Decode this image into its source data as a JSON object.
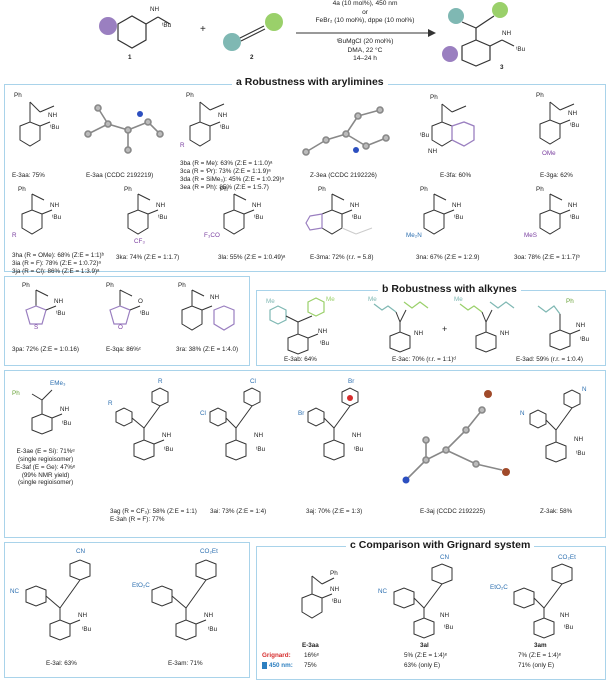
{
  "scheme": {
    "reactant1_num": "1",
    "reactant2_num": "2",
    "product_num": "3",
    "plus": "+",
    "cond1": "4a (10 mol%), 450 nm",
    "cond2": "or",
    "cond3": "FeBr₂ (10 mol%), dppe (10 mol%)",
    "cond4": "ᵗBuMgCl (20 mol%)",
    "cond5": "DMA, 22 °C",
    "cond6": "14–24 h"
  },
  "sections": {
    "a": "a Robustness with arylimines",
    "b": "b Robustness with alkynes",
    "c": "c Comparison with Grignard system"
  },
  "labels_a": {
    "aa": "E-3aa: 75%",
    "aa_x": "E-3aa (CCDC 2192219)",
    "ba1": "3ba (R = Me): 63% (Z:E = 1:1.0)ᵃ",
    "ba2": "3ca (R = ⁱPr): 73% (Z:E = 1:1.9)ᵃ",
    "ba3": "3da (R = SiMe₃): 45% (Z:E = 1:0.29)ᵃ",
    "ba4": "3ea (R = Ph): 85% (Z:E = 1:5.7)",
    "ea_x": "Z-3ea (CCDC 2192226)",
    "fa": "E-3fa: 60%",
    "ga": "E-3ga: 62%",
    "ha1": "3ha (R = OMe): 68% (Z:E = 1:1)ᵇ",
    "ha2": "3ia (R = F): 78% (Z:E = 1:0.72)ᵃ",
    "ha3": "3ja (R = Cl): 86% (Z:E = 1:3.9)ᵃ",
    "ka": "3ka: 74% (Z:E = 1:1.7)",
    "la": "3la: 55% (Z:E = 1:0.49)ᵃ",
    "ma": "E-3ma: 72% (r.r. = 5.8)",
    "na": "3na: 67% (Z:E = 1:2.9)",
    "oa": "3oa: 78% (Z:E = 1:1.7)ᵇ",
    "pa": "3pa: 72% (Z:E = 1:0.16)",
    "qa": "E-3qa: 86%ᶜ",
    "ra": "3ra: 38% (Z:E = 1:4.0)"
  },
  "labels_b": {
    "ab": "E-3ab: 64%",
    "ac": "E-3ac: 70% (r.r. = 1:1)ᵈ",
    "plus": "+",
    "ad": "E-3ad: 59% (r.r. = 1:0.4)",
    "ae1": "E-3ae (E = Si): 71%ᵉ",
    "ae2": "(single regioisomer)",
    "af1": "E-3af (E = Ge): 47%ᵉ",
    "af2": "(99% NMR yield)",
    "af3": "(single regioisomer)",
    "ag1": "3ag (R = CF₃): 58% (Z:E = 1:1)",
    "ag2": "E-3ah (R = F): 77%",
    "ai": "3ai: 73% (Z:E = 1:4)",
    "aj": "3aj: 70% (Z:E = 1:3)",
    "aj_x": "E-3aj (CCDC 2192225)",
    "ak": "Z-3ak: 58%",
    "al": "E-3al: 63%",
    "am": "E-3am: 71%"
  },
  "labels_c": {
    "c1": "E-3aa",
    "c2": "3al",
    "c3": "3am",
    "grignard_label": "Grignard:",
    "light_label": "450 nm:",
    "g1": "16%ᵉ",
    "l1": "75%",
    "g2": "5% (Z:E = 1:4)ᵉ",
    "l2": "63% (only E)",
    "g3": "7% (Z:E = 1:4)ᵉ",
    "l3": "71% (only E)"
  },
  "atoms": {
    "nh": "NH",
    "tbu": "ᵗBu",
    "ph": "Ph",
    "r": "R",
    "me": "Me",
    "ome": "OMe",
    "cf3": "CF₃",
    "f3co": "F₃CO",
    "me2n": "Me₂N",
    "mes": "MeS",
    "cl": "Cl",
    "br": "Br",
    "cn": "CN",
    "co2et": "CO₂Et",
    "eto2c": "EtO₂C",
    "nc": "NC",
    "n": "N",
    "o": "O",
    "s": "S",
    "eme3": "EMe₃"
  },
  "colors": {
    "panel_border": "#a9d3ea",
    "teal": "#7fb8b3",
    "green": "#9ad06a",
    "purple": "#9a7fc0",
    "blue": "#2c7fc0",
    "red": "#d62c2c",
    "purple_text": "#7a3fa0",
    "blue_text": "#2c6fb0",
    "green_text": "#6aa33a"
  }
}
